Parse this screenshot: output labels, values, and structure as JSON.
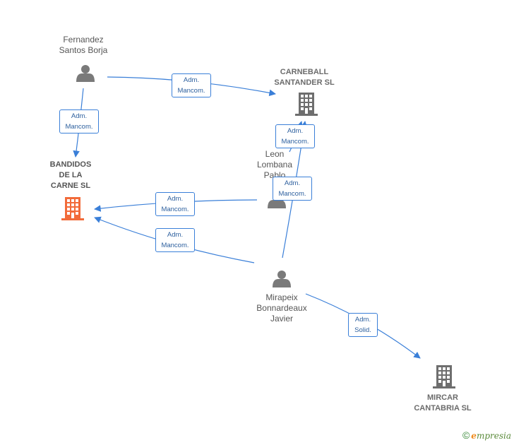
{
  "nodes": {
    "fernandez": {
      "lines": [
        "Fernandez",
        "Santos Borja"
      ],
      "type": "person"
    },
    "bandidos": {
      "lines": [
        "BANDIDOS",
        "DE LA",
        "CARNE  SL"
      ],
      "type": "company-focus"
    },
    "carneball": {
      "lines": [
        "CARNEBALL",
        "SANTANDER  SL"
      ],
      "type": "company"
    },
    "leon": {
      "lines": [
        "Leon",
        "Lombana",
        "Pablo"
      ],
      "type": "person"
    },
    "mirapeix": {
      "lines": [
        "Mirapeix",
        "Bonnardeaux",
        "Javier"
      ],
      "type": "person"
    },
    "mircar": {
      "lines": [
        "MIRCAR",
        "CANTABRIA  SL"
      ],
      "type": "company"
    }
  },
  "edges": [
    {
      "id": "fernandez-carneball",
      "lines": [
        "Adm.",
        "Mancom."
      ]
    },
    {
      "id": "fernandez-bandidos",
      "lines": [
        "Adm.",
        "Mancom."
      ]
    },
    {
      "id": "leon-carneball",
      "lines": [
        "Adm.",
        "Mancom."
      ]
    },
    {
      "id": "mirapeix-carneball",
      "lines": [
        "Adm.",
        "Mancom."
      ]
    },
    {
      "id": "leon-bandidos",
      "lines": [
        "Adm.",
        "Mancom."
      ]
    },
    {
      "id": "mirapeix-bandidos",
      "lines": [
        "Adm.",
        "Mancom."
      ]
    },
    {
      "id": "mirapeix-mircar",
      "lines": [
        "Adm.",
        "Solid."
      ]
    }
  ],
  "colors": {
    "edge": "#3a7fd8",
    "person_icon": "#7a7a7a",
    "company_icon": "#6e6e6e",
    "focus_icon": "#f26b3a"
  },
  "brand": {
    "symbol": "©",
    "initial": "e",
    "rest": "mpresia"
  }
}
